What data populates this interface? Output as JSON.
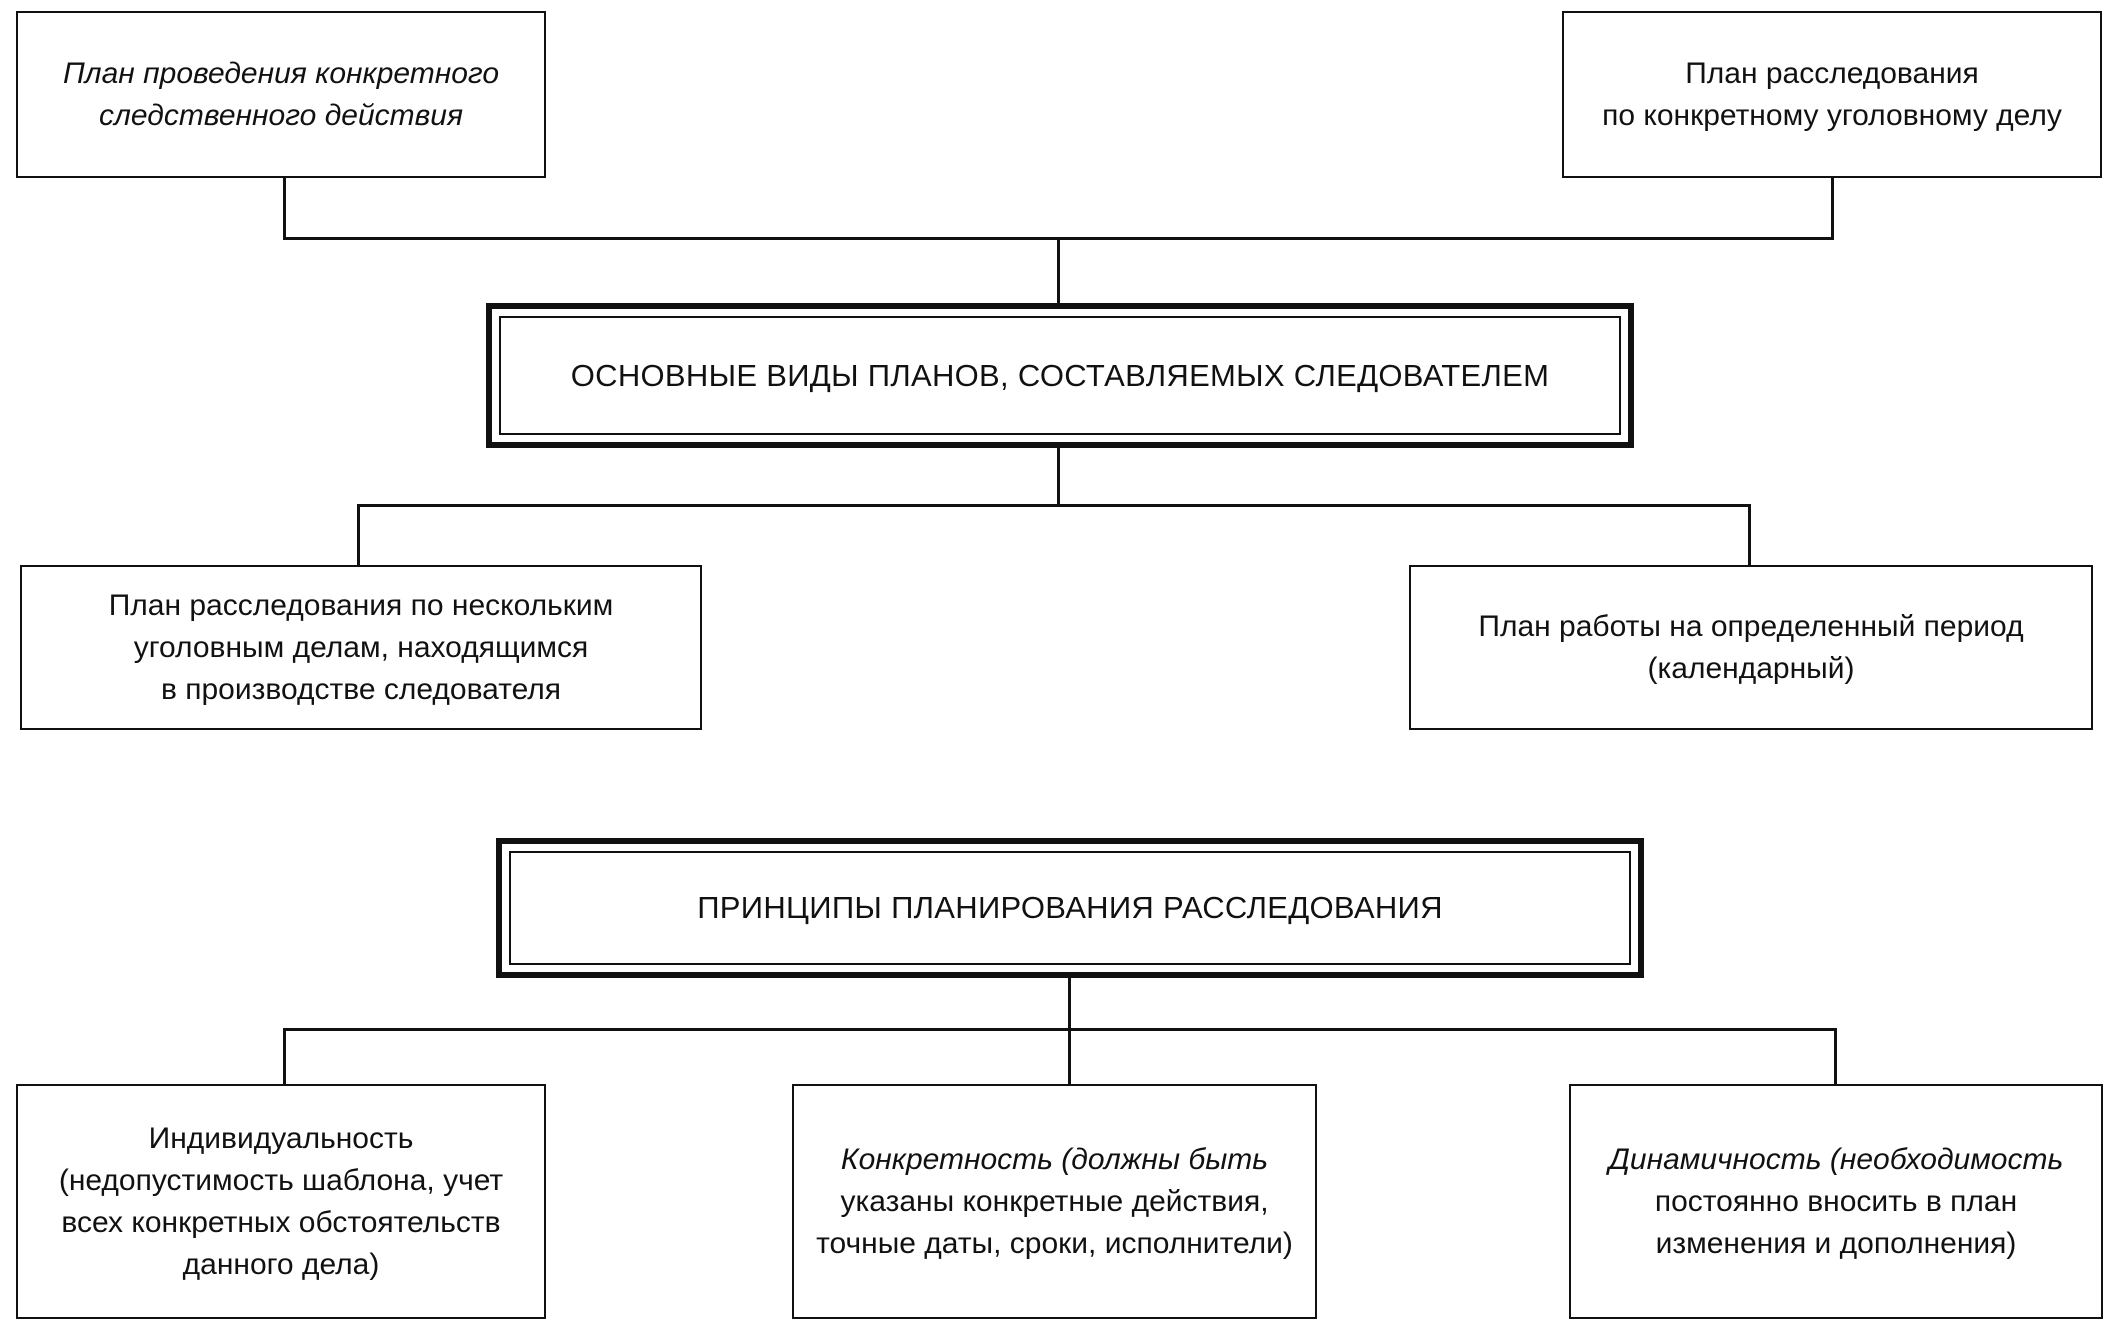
{
  "section1": {
    "title": "ОСНОВНЫЕ ВИДЫ ПЛАНОВ, СОСТАВЛЯЕМЫХ СЛЕДОВАТЕЛЕМ",
    "top_left": "План проведения конкретного\nследственного действия",
    "top_right": "План расследования\nпо конкретному уголовному делу",
    "bottom_left": "План расследования по нескольким\nуголовным делам, находящимся\nв производстве следователя",
    "bottom_right": "План работы на определенный период\n(календарный)"
  },
  "section2": {
    "title": "ПРИНЦИПЫ ПЛАНИРОВАНИЯ РАССЛЕДОВАНИЯ",
    "p1_lead": "Индивидуальность",
    "p1_rest": "(недопустимость шаблона, учет\nвсех конкретных обстоятельств\nданного дела)",
    "p2_lead": "Конкретность",
    "p2_rest_line1": " (должны быть",
    "p2_rest": "указаны конкретные действия,\nточные даты, сроки, исполнители)",
    "p3_lead": "Динамичность",
    "p3_rest_line1": " (необходимость",
    "p3_rest": "постоянно вносить в план\nизменения и дополнения)"
  }
}
